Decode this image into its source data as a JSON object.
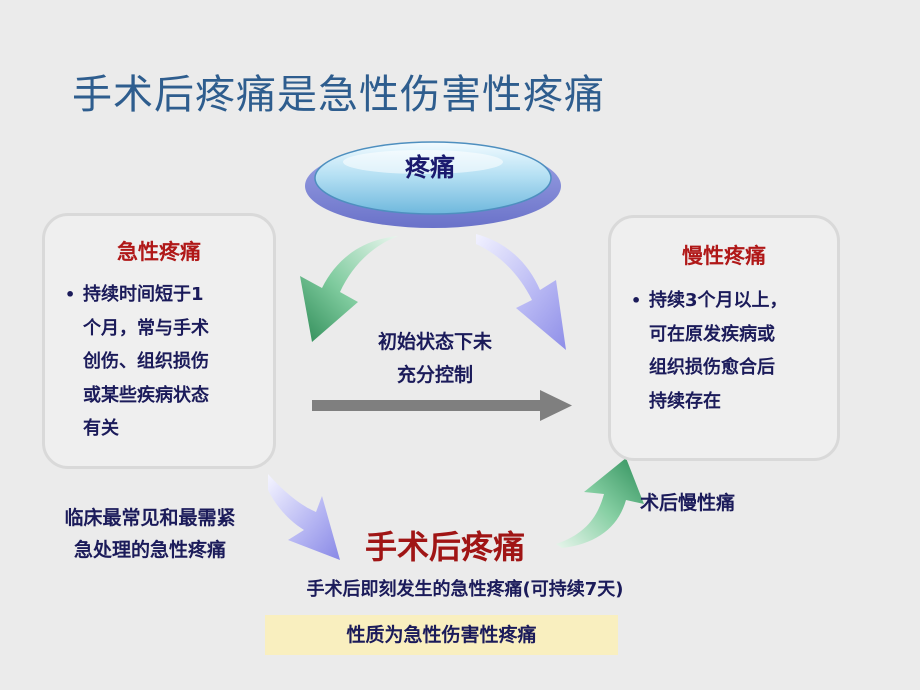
{
  "title": "手术后疼痛是急性伤害性疼痛",
  "center": {
    "label": "疼痛"
  },
  "acute": {
    "title": "急性疼痛",
    "lines": [
      "持续时间短于1",
      "个月，常与手术",
      "创伤、组织损伤",
      "或某些疾病状态",
      "有关"
    ]
  },
  "chronic": {
    "title": "慢性疼痛",
    "lines": [
      "持续3个月以上，",
      "可在原发疾病或",
      "组织损伤愈合后",
      "持续存在"
    ]
  },
  "transition": {
    "lines": [
      "初始状态下未",
      "充分控制"
    ]
  },
  "left_note": {
    "lines": [
      "临床最常见和最需紧",
      "急处理的急性疼痛"
    ]
  },
  "right_note": "术后慢性痛",
  "main_term": "手术后疼痛",
  "definition": "手术后即刻发生的急性疼痛(可持续7天)",
  "nature": "性质为急性伤害性疼痛",
  "colors": {
    "title": "#2e5d8e",
    "heading_red": "#b01818",
    "text_navy": "#1b1b5a",
    "green_arrow": "#2e8b57",
    "blue_arrow": "#8e8ee8",
    "gray_arrow": "#7f7f7f",
    "highlight_bg": "#f9efbf"
  }
}
